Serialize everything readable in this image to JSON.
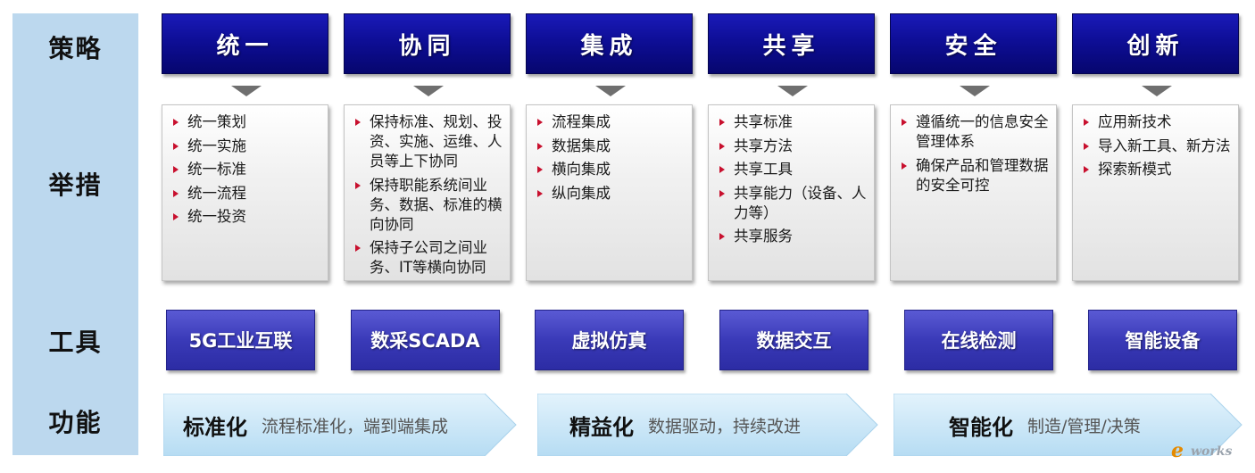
{
  "rows": {
    "strategy": "策略",
    "measures": "举措",
    "tools": "工具",
    "functions": "功能"
  },
  "columns": [
    {
      "strategy": "统一",
      "measures": [
        "统一策划",
        "统一实施",
        "统一标准",
        "统一流程",
        "统一投资"
      ],
      "tool": "5G工业互联"
    },
    {
      "strategy": "协同",
      "measures": [
        "保持标准、规划、投资、实施、运维、人员等上下协同",
        "保持职能系统间业务、数据、标准的横向协同",
        "保持子公司之间业务、IT等横向协同"
      ],
      "tool": "数采SCADA"
    },
    {
      "strategy": "集成",
      "measures": [
        "流程集成",
        "数据集成",
        "横向集成",
        "纵向集成"
      ],
      "tool": "虚拟仿真"
    },
    {
      "strategy": "共享",
      "measures": [
        "共享标准",
        "共享方法",
        "共享工具",
        "共享能力（设备、人力等）",
        "共享服务"
      ],
      "tool": "数据交互"
    },
    {
      "strategy": "安全",
      "measures": [
        "遵循统一的信息安全管理体系",
        "确保产品和管理数据的安全可控"
      ],
      "tool": "在线检测"
    },
    {
      "strategy": "创新",
      "measures": [
        "应用新技术",
        "导入新工具、新方法",
        "探索新模式"
      ],
      "tool": "智能设备"
    }
  ],
  "functions": [
    {
      "name": "标准化",
      "desc": "流程标准化，端到端集成"
    },
    {
      "name": "精益化",
      "desc": "数据驱动，持续改进"
    },
    {
      "name": "智能化",
      "desc": "制造/管理/决策"
    }
  ],
  "watermark": {
    "e": "e",
    "text": "works"
  },
  "colors": {
    "label_bg": "#bcd8ee",
    "strategy_box": "#0e0e96",
    "tool_box": "#3a3ab8",
    "arrow_fill": "#c9e7f8",
    "bullet": "#c8102e"
  }
}
